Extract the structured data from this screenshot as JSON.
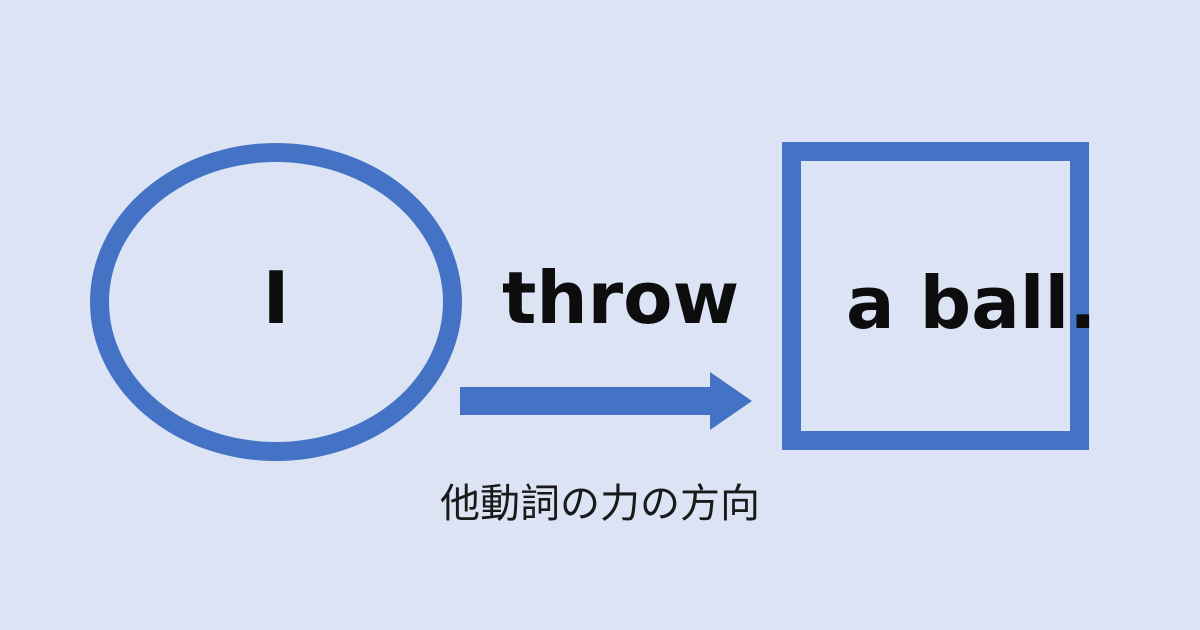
{
  "diagram": {
    "subject": {
      "text": "I"
    },
    "verb": {
      "text": "throw"
    },
    "object": {
      "text": "a ball."
    },
    "caption": "他動詞の力の方向",
    "colors": {
      "background": "#dbe3f4",
      "shape_stroke": "#4472c4",
      "arrow_fill": "#4472c4",
      "text": "#0d0d0d"
    },
    "shapes": {
      "subject_shape": "ellipse-outline",
      "object_shape": "square-outline",
      "arrow_direction": "right"
    }
  }
}
